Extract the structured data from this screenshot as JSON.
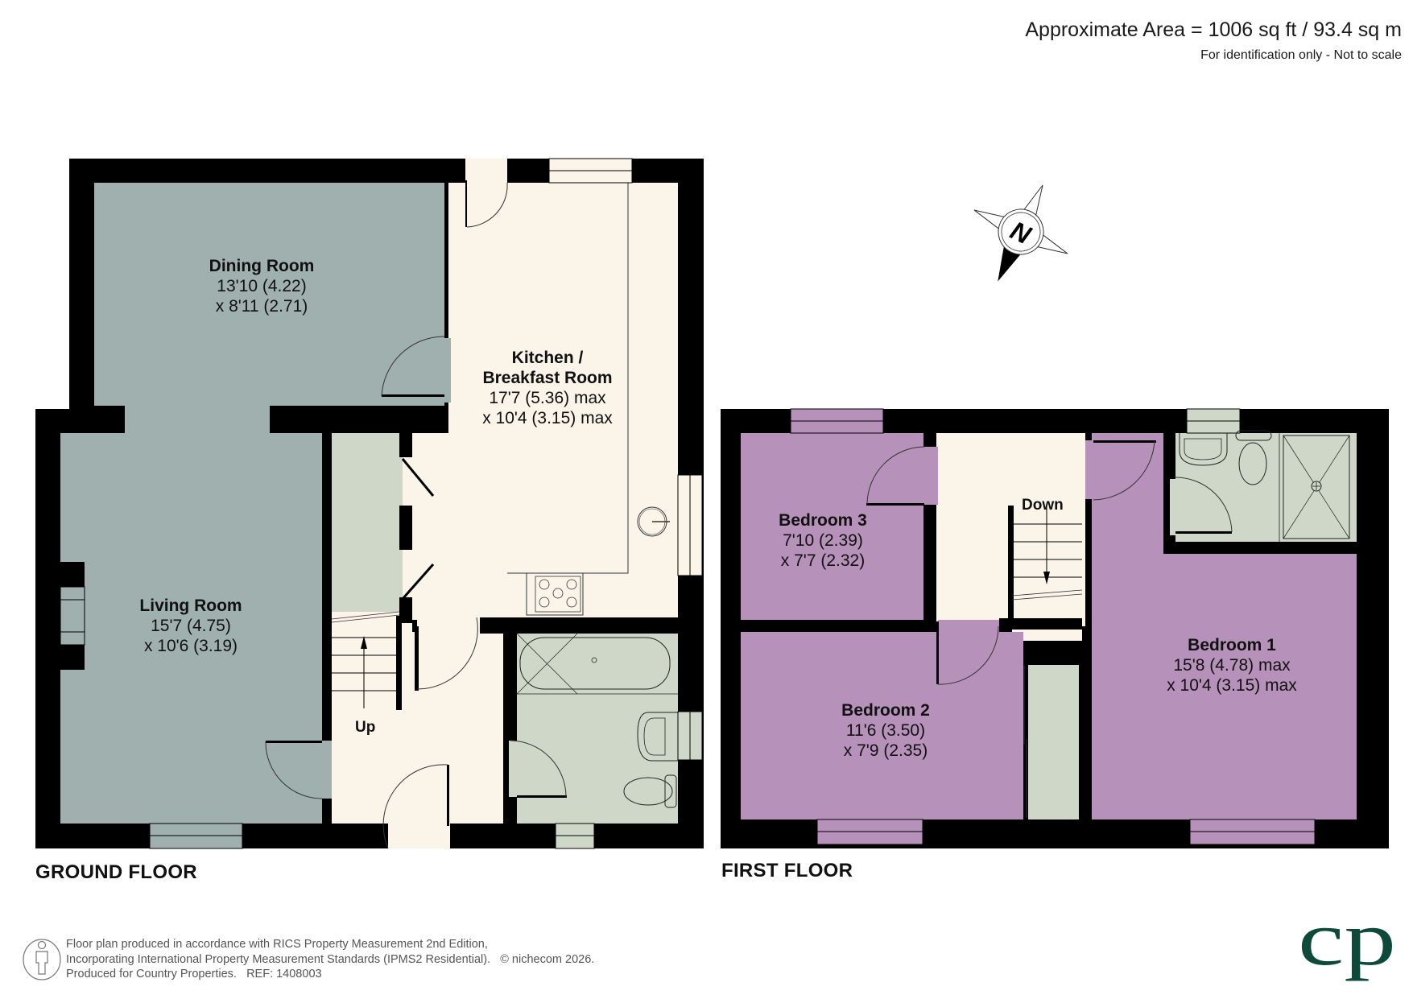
{
  "header": {
    "area_text": "Approximate Area = 1006 sq ft / 93.4 sq m",
    "disclaimer": "For identification only - Not to scale"
  },
  "compass": {
    "icon": "north-arrow-compass-icon",
    "letter": "N"
  },
  "colors": {
    "wall": "#000000",
    "living_dining": "#a0b0ae",
    "hallway_kitchen": "#faf4e9",
    "bathroom_storage": "#cfd8c8",
    "bedrooms": "#b691b9",
    "brand": "#0e4a3a",
    "footer_text": "#555555"
  },
  "ground_floor": {
    "label": "GROUND FLOOR",
    "stairs_label": "Up",
    "rooms": [
      {
        "name": "Dining Room",
        "dim1": "13'10 (4.22)",
        "dim2": "x 8'11 (2.71)"
      },
      {
        "name": "Kitchen /",
        "name2": "Breakfast Room",
        "dim1": "17'7 (5.36) max",
        "dim2": "x 10'4 (3.15) max"
      },
      {
        "name": "Living Room",
        "dim1": "15'7 (4.75)",
        "dim2": "x 10'6 (3.19)"
      }
    ]
  },
  "first_floor": {
    "label": "FIRST FLOOR",
    "stairs_label": "Down",
    "rooms": [
      {
        "name": "Bedroom 3",
        "dim1": "7'10 (2.39)",
        "dim2": "x 7'7 (2.32)"
      },
      {
        "name": "Bedroom 2",
        "dim1": "11'6 (3.50)",
        "dim2": "x 7'9 (2.35)"
      },
      {
        "name": "Bedroom 1",
        "dim1": "15'8 (4.78) max",
        "dim2": "x 10'4 (3.15) max"
      }
    ]
  },
  "footer": {
    "icon": "person-scale-icon",
    "line1": "Floor plan produced in accordance with RICS Property Measurement 2nd Edition,",
    "line2": "Incorporating International Property Measurement Standards (IPMS2 Residential).",
    "copyright": "© nichecom 2026.",
    "line3": "Produced for Country Properties.",
    "ref": "REF: 1408003"
  },
  "brand": {
    "logo_text": "cp"
  }
}
